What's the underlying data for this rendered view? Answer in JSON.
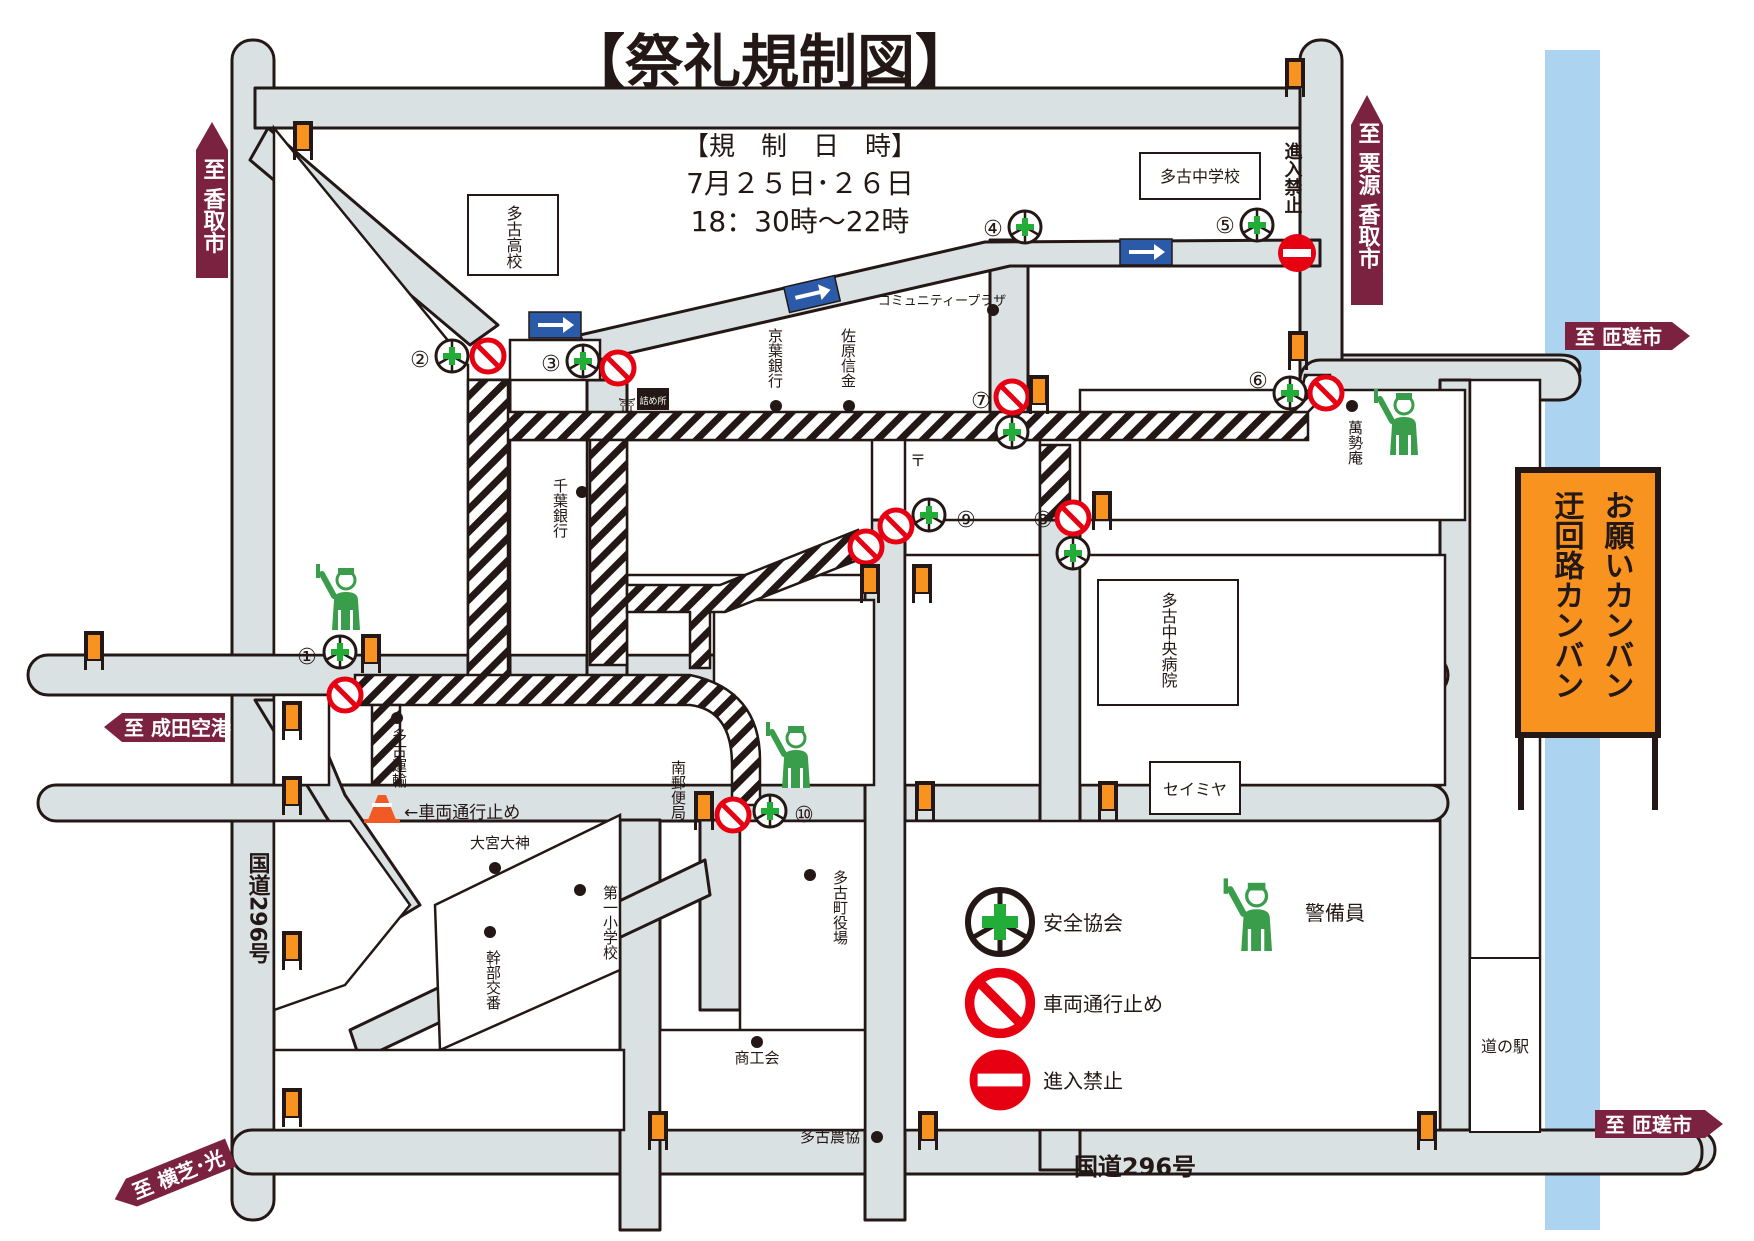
{
  "title": "【祭礼規制図】",
  "schedule": {
    "heading": "【規　制　日　時】",
    "dates": "7月２５日･２６日",
    "times": "18：30時〜22時"
  },
  "directions": {
    "katori_left": "至 香取市",
    "kurimoto_katori": "至 栗源 香取市",
    "sosa_upper": "至 匝瑳市",
    "sosa_lower": "至 匝瑳市",
    "narita_airport": "至 成田空港",
    "yokoshiba_hikari": "至 横芝･光"
  },
  "roads": {
    "route296_vertical": "国道296号",
    "route296_horizontal": "国道296号"
  },
  "buildings": {
    "tako_high": "多古高校",
    "tako_junior_high": "多古中学校",
    "tako_central_hospital": "多古中央病院",
    "seimiya": "セイミヤ",
    "michi_no_eki": "道の駅"
  },
  "places": {
    "community_plaza": "コミュニティープラザ",
    "keiyo_bank_top": "京葉銀行",
    "sawara_shinkin": "佐原信金",
    "chiba_bank": "千葉銀行",
    "manseian": "萬勢庵",
    "tako_unyu": "多古運輸",
    "minami_post": "南郵便局",
    "omiya_daijin": "大宮大神",
    "daiichi_elementary": "第一小学校",
    "kanbu_koban": "幹部交番",
    "tako_town_office": "多古町役場",
    "shokokai": "商工会",
    "tako_nokyo": "多古農協",
    "tsumesho": "詰め所",
    "no_vehicle_label": "←車両通行止め",
    "no_entry_vertical": "進入禁止"
  },
  "points": {
    "p1": "①",
    "p2": "②",
    "p3": "③",
    "p4": "④",
    "p5": "⑤",
    "p6": "⑥",
    "p7": "⑦",
    "p8": "⑧",
    "p9": "⑨",
    "p10": "⑩"
  },
  "legend": {
    "safety_assoc": "安全協会",
    "security_guard": "警備員",
    "no_vehicles": "車両通行止め",
    "no_entry": "進入禁止"
  },
  "detour_sign": {
    "line1": "お願いカンバン",
    "line2": "迂回路カンバン"
  },
  "colors": {
    "road_fill": "#d9e1e2",
    "direction_sign": "#7b2240",
    "river": "#acd4f1",
    "detour_sign": "#f7931e",
    "no_vehicle_red": "#e60012",
    "safety_green": "#22ac38",
    "guard_green": "#3a9d4b",
    "arrow_blue": "#2a5aa8"
  }
}
